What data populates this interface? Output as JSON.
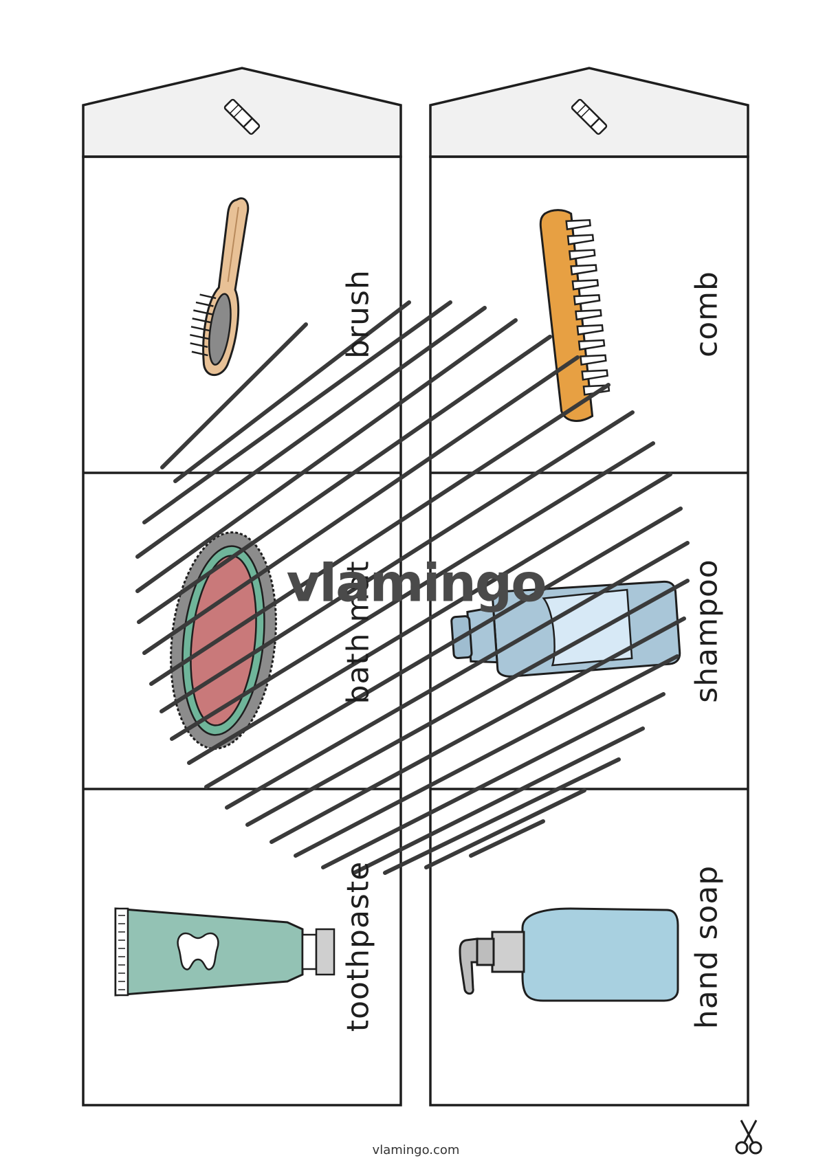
{
  "cards": [
    {
      "label": "brush",
      "icon": "hairbrush-icon"
    },
    {
      "label": "bath mat",
      "icon": "bath-mat-icon"
    },
    {
      "label": "toothpaste",
      "icon": "toothpaste-icon"
    },
    {
      "label": "comb",
      "icon": "comb-icon"
    },
    {
      "label": "shampoo",
      "icon": "shampoo-bottle-icon"
    },
    {
      "label": "hand soap",
      "icon": "soap-dispenser-icon"
    }
  ],
  "watermark": "vlamingo",
  "footer": "vlamingo.com",
  "colors": {
    "outline": "#1e1e1e",
    "header_fill": "#f1f1f1",
    "hatch": "#3a3a3a"
  }
}
